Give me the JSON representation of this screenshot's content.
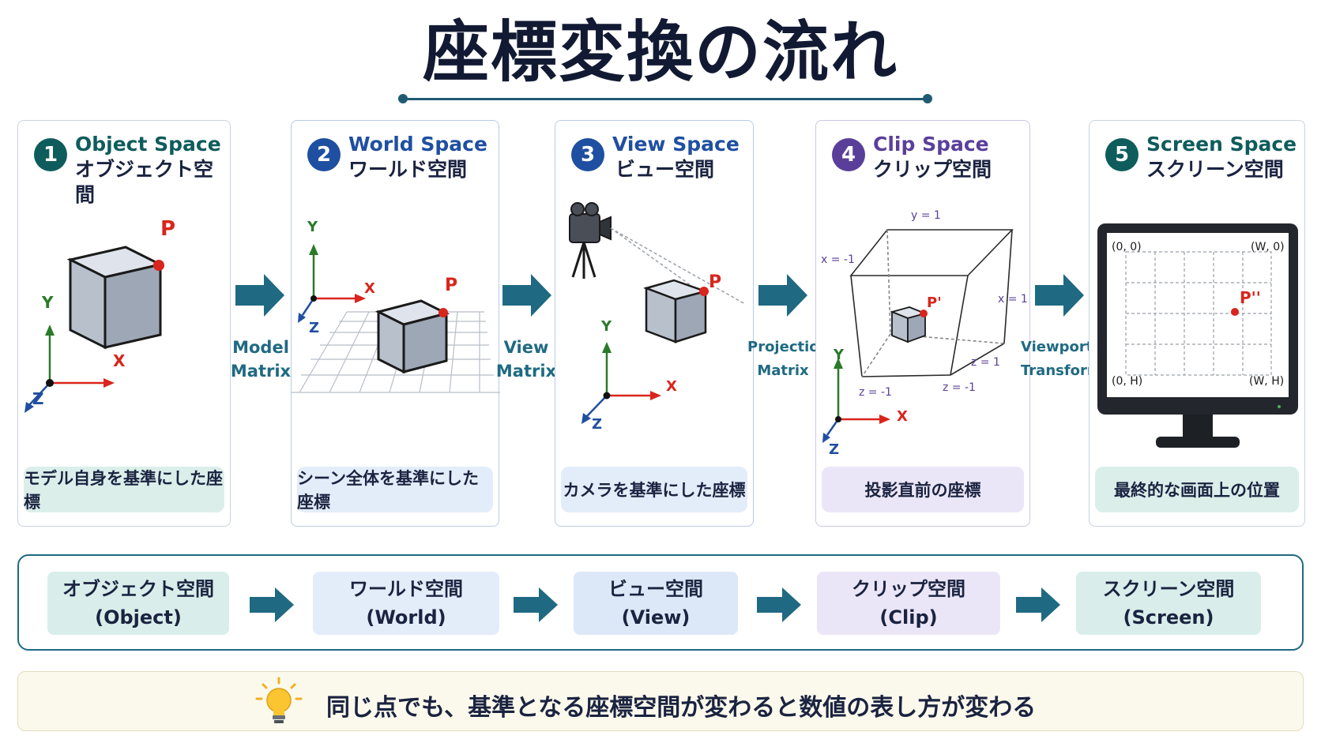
{
  "title": "座標変換の流れ",
  "colors": {
    "teal": "#1f6a82",
    "object": "#0f5c5c",
    "world": "#1f4fa0",
    "view": "#1f4fa0",
    "clip": "#5a3f9a",
    "screen": "#0f5c5c",
    "point_red": "#d9251c"
  },
  "panels": [
    {
      "number": "1",
      "en": "Object Space",
      "jp": "オブジェクト空間",
      "caption": "モデル自身を基準にした座標",
      "point": "P"
    },
    {
      "number": "2",
      "en": "World Space",
      "jp": "ワールド空間",
      "caption": "シーン全体を基準にした座標",
      "point": "P"
    },
    {
      "number": "3",
      "en": "View Space",
      "jp": "ビュー空間",
      "caption": "カメラを基準にした座標",
      "point": "P"
    },
    {
      "number": "4",
      "en": "Clip Space",
      "jp": "クリップ空間",
      "caption": "投影直前の座標",
      "point": "P'"
    },
    {
      "number": "5",
      "en": "Screen Space",
      "jp": "スクリーン空間",
      "caption": "最終的な画面上の位置",
      "point": "P''"
    }
  ],
  "axes": {
    "x": "X",
    "y": "Y",
    "z": "Z"
  },
  "clip_labels": {
    "y1": "y = 1",
    "xm1": "x = -1",
    "x1": "x = 1",
    "z1": "z = 1",
    "zm1a": "z = -1",
    "zm1b": "z = -1"
  },
  "screen_labels": {
    "tl": "(0, 0)",
    "tr": "(W, 0)",
    "bl": "(0, H)",
    "br": "(W, H)"
  },
  "transforms": [
    {
      "line1": "Model",
      "line2": "Matrix"
    },
    {
      "line1": "View",
      "line2": "Matrix"
    },
    {
      "line1": "Projection",
      "line2": "Matrix"
    },
    {
      "line1": "Viewport",
      "line2": "Transform"
    }
  ],
  "summary": [
    {
      "jp": "オブジェクト空間",
      "en": "(Object)"
    },
    {
      "jp": "ワールド空間",
      "en": "(World)"
    },
    {
      "jp": "ビュー空間",
      "en": "(View)"
    },
    {
      "jp": "クリップ空間",
      "en": "(Clip)"
    },
    {
      "jp": "スクリーン空間",
      "en": "(Screen)"
    }
  ],
  "note": "同じ点でも、基準となる座標空間が変わると数値の表し方が変わる",
  "icons": {
    "bulb": "lightbulb-icon",
    "arrow": "arrow-right-icon",
    "camera": "camera-icon",
    "monitor": "monitor-icon"
  }
}
